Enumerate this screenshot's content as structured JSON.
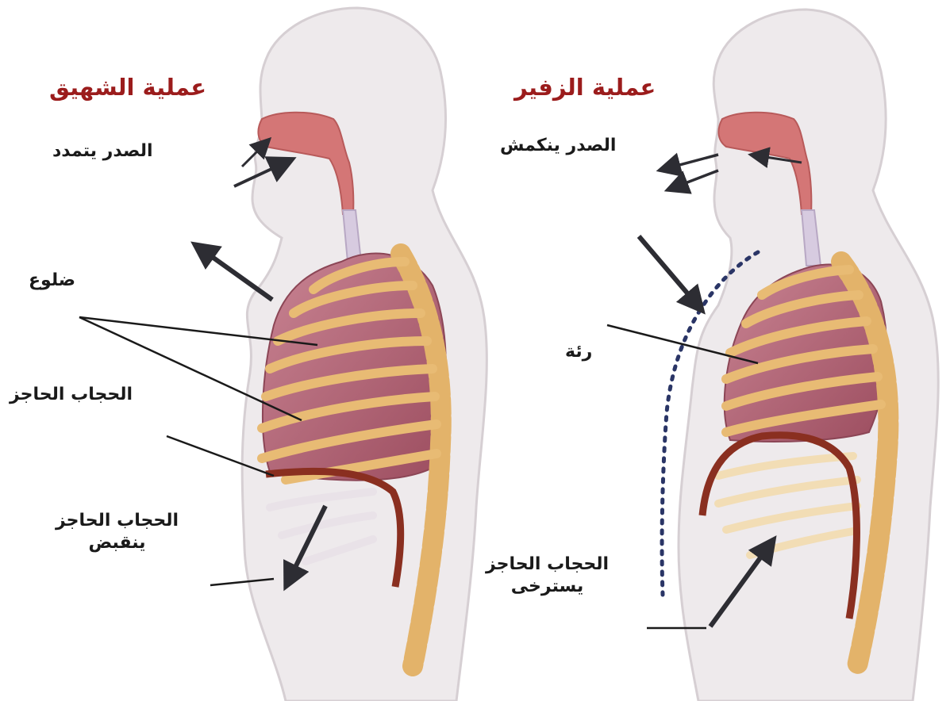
{
  "inhale": {
    "title": "عملية الشهيق",
    "chest_label": "الصدر يتمدد",
    "ribs_label": "ضلوع",
    "diaphragm_label": "الحجاب الحاجز",
    "diaphragm_action_line1": "الحجاب الحاجز",
    "diaphragm_action_line2": "ينقبض"
  },
  "exhale": {
    "title": "عملية الزفير",
    "chest_label": "الصدر ينكمش",
    "lung_label": "رئة",
    "diaphragm_action_line1": "الحجاب الحاجز",
    "diaphragm_action_line2": "يسترخى"
  },
  "colors": {
    "title": "#9b1c1c",
    "body_fill": "#eeeaec",
    "body_outline": "#d6cfd3",
    "lung": "#b86a7a",
    "rib": "#e8bb74",
    "diaphragm": "#8a2f20",
    "arrow": "#2d2d33",
    "dotted_line": "#2a3566"
  }
}
